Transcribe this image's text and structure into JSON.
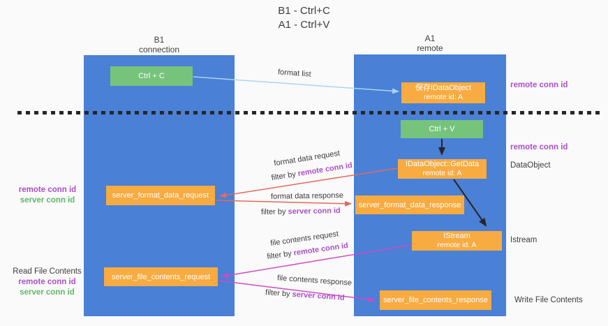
{
  "title": {
    "line1": "B1 - Ctrl+C",
    "line2": "A1 - Ctrl+V"
  },
  "lanes": {
    "left": {
      "title": "B1",
      "subtitle": "connection"
    },
    "right": {
      "title": "A1",
      "subtitle": "remote"
    }
  },
  "nodes": {
    "ctrl_c": {
      "label": "Ctrl + C"
    },
    "ctrl_v": {
      "label": "Ctrl + V"
    },
    "save_idataobject": {
      "line1": "保存IDataObject",
      "line2": "remote id: A"
    },
    "getdata": {
      "line1": "IDataObject::GetData",
      "line2": "remote id: A"
    },
    "istream": {
      "line1": "IStream",
      "line2": "remote id: A"
    },
    "format_request": {
      "label": "server_format_data_request"
    },
    "format_response": {
      "label": "server_format_data_response"
    },
    "file_request": {
      "label": "server_file_contents_request"
    },
    "file_response": {
      "label": "server_file_contents_response"
    }
  },
  "arrows": {
    "format_list": {
      "label": "format list"
    },
    "format_data_request": {
      "label": "format data request",
      "filter_prefix": "filter by ",
      "filter_id": "remote conn id"
    },
    "format_data_response": {
      "label": "format data response",
      "filter_prefix": "filter by ",
      "filter_id": "server conn id"
    },
    "file_contents_request": {
      "label": "file contents request",
      "filter_prefix": "filter by ",
      "filter_id": "remote conn id"
    },
    "file_contents_response": {
      "label": "file contents response",
      "filter_prefix": "filter by ",
      "filter_id": "server conn id"
    }
  },
  "side_labels": {
    "right_remote_conn_id_top": "remote conn id",
    "right_remote_conn_id_mid": "remote conn id",
    "dataobject": "DataObject",
    "istream": "Istream",
    "write_file_contents": "Write File Contents",
    "left_remote_conn_id_1": "remote conn id",
    "left_server_conn_id_1": "server conn id",
    "read_file_contents": "Read File Contents",
    "left_remote_conn_id_2": "remote conn id",
    "left_server_conn_id_2": "server conn id"
  },
  "colors": {
    "background": "#fafafa",
    "lane_blue": "#4a80d6",
    "node_orange": "#f8ab40",
    "node_green": "#76c47c",
    "accent_purple": "#ab4fc8",
    "accent_green": "#5dba64",
    "arrow_red": "#e8685c",
    "arrow_magenta": "#d04ac5",
    "arrow_lightblue": "#aad4f2",
    "arrow_black": "#262626"
  }
}
